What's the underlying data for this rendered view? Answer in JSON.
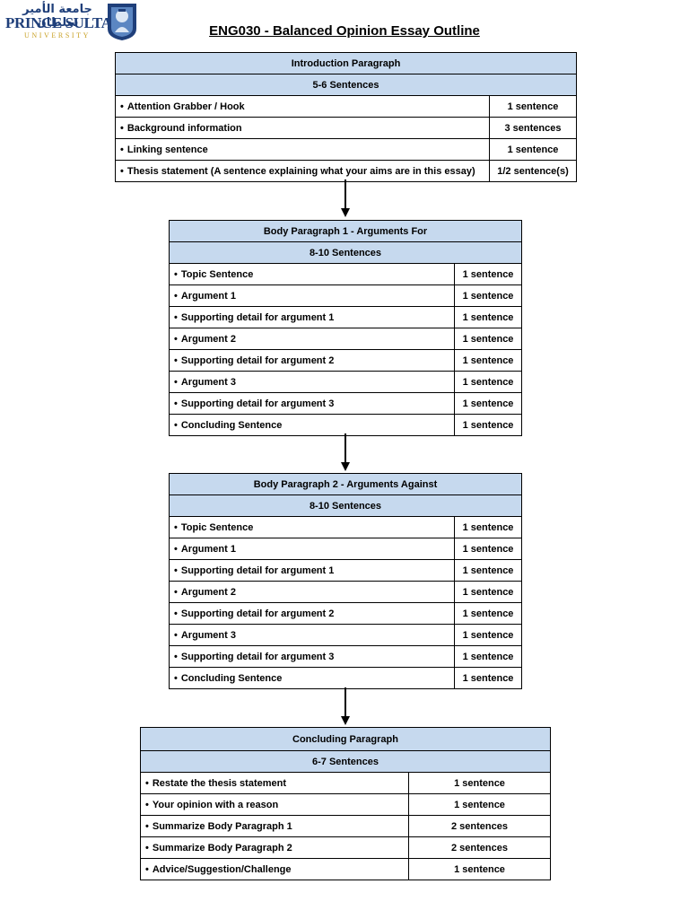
{
  "logo": {
    "arabic": "جامعة الأمير سلطان",
    "name": "PRINCE SULTAN",
    "university": "UNIVERSITY"
  },
  "title": "ENG030 - Balanced Opinion Essay Outline",
  "bullet": "•",
  "sections": [
    {
      "heading": "Introduction Paragraph",
      "subheading": "5-6 Sentences",
      "rows": [
        {
          "item": "Attention Grabber / Hook",
          "count": "1 sentence"
        },
        {
          "item": "Background information",
          "count": "3 sentences"
        },
        {
          "item": "Linking sentence",
          "count": "1 sentence"
        },
        {
          "item": "Thesis statement (A sentence explaining what your aims are in this essay)",
          "count": "1/2 sentence(s)"
        }
      ]
    },
    {
      "heading": "Body Paragraph 1 - Arguments For",
      "subheading": "8-10 Sentences",
      "rows": [
        {
          "item": "Topic Sentence",
          "count": "1 sentence"
        },
        {
          "item": "Argument 1",
          "count": "1 sentence"
        },
        {
          "item": "Supporting detail for argument 1",
          "count": "1 sentence"
        },
        {
          "item": "Argument 2",
          "count": "1 sentence"
        },
        {
          "item": "Supporting detail for argument 2",
          "count": "1 sentence"
        },
        {
          "item": "Argument 3",
          "count": "1 sentence"
        },
        {
          "item": "Supporting detail for argument 3",
          "count": "1 sentence"
        },
        {
          "item": "Concluding Sentence",
          "count": "1 sentence"
        }
      ]
    },
    {
      "heading": "Body Paragraph 2 - Arguments Against",
      "subheading": "8-10 Sentences",
      "rows": [
        {
          "item": "Topic Sentence",
          "count": "1 sentence"
        },
        {
          "item": "Argument 1",
          "count": "1 sentence"
        },
        {
          "item": "Supporting detail for argument 1",
          "count": "1 sentence"
        },
        {
          "item": "Argument 2",
          "count": "1 sentence"
        },
        {
          "item": "Supporting detail for argument 2",
          "count": "1 sentence"
        },
        {
          "item": "Argument 3",
          "count": "1 sentence"
        },
        {
          "item": "Supporting detail for argument 3",
          "count": "1 sentence"
        },
        {
          "item": "Concluding Sentence",
          "count": "1 sentence"
        }
      ]
    },
    {
      "heading": "Concluding Paragraph",
      "subheading": "6-7 Sentences",
      "rows": [
        {
          "item": "Restate the thesis statement",
          "count": "1 sentence"
        },
        {
          "item": "Your opinion with a reason",
          "count": "1 sentence"
        },
        {
          "item": "Summarize Body Paragraph 1",
          "count": "2 sentences"
        },
        {
          "item": "Summarize Body Paragraph 2",
          "count": "2 sentences"
        },
        {
          "item": "Advice/Suggestion/Challenge",
          "count": "1 sentence"
        }
      ]
    }
  ],
  "colors": {
    "header_fill": "#c6d9ee",
    "logo_blue": "#1f3f7a",
    "logo_gold": "#c9a227"
  }
}
